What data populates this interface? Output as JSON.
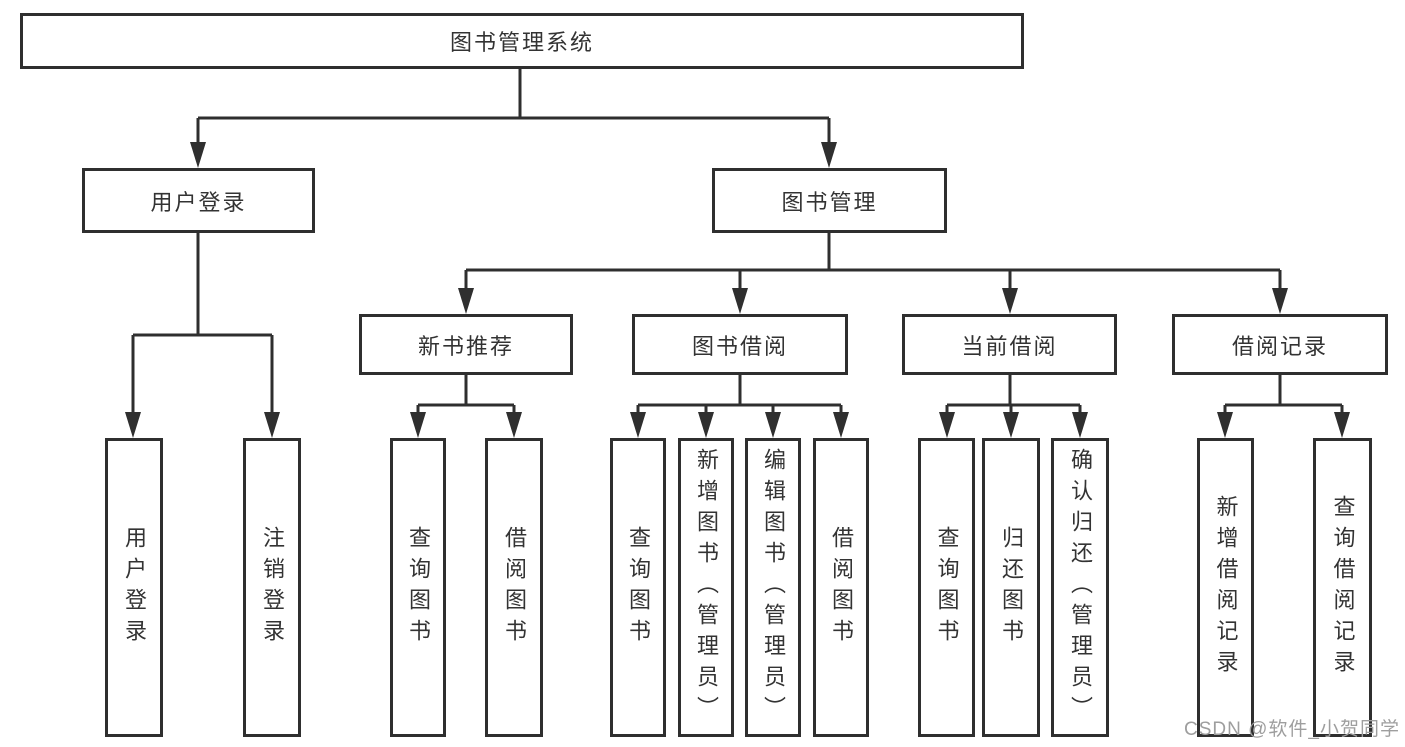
{
  "diagram": {
    "root": {
      "label": "图书管理系统"
    },
    "branches": [
      {
        "label": "用户登录",
        "children": [
          {
            "label": "用户登录"
          },
          {
            "label": "注销登录"
          }
        ]
      },
      {
        "label": "图书管理",
        "children": [
          {
            "label": "新书推荐",
            "children": [
              {
                "label": "查询图书"
              },
              {
                "label": "借阅图书"
              }
            ]
          },
          {
            "label": "图书借阅",
            "children": [
              {
                "label": "查询图书"
              },
              {
                "label": "新增图书（管理员）"
              },
              {
                "label": "编辑图书（管理员）"
              },
              {
                "label": "借阅图书"
              }
            ]
          },
          {
            "label": "当前借阅",
            "children": [
              {
                "label": "查询图书"
              },
              {
                "label": "归还图书"
              },
              {
                "label": "确认归还（管理员）"
              }
            ]
          },
          {
            "label": "借阅记录",
            "children": [
              {
                "label": "新增借阅记录"
              },
              {
                "label": "查询借阅记录"
              }
            ]
          }
        ]
      }
    ]
  },
  "watermark": {
    "text": "CSDN @软件_小贺同学"
  },
  "colors": {
    "line": "#2f2f2f",
    "text": "#333333",
    "box_fill": "#ffffff",
    "watermark": "#9e9e9e",
    "background": "#ffffff"
  }
}
